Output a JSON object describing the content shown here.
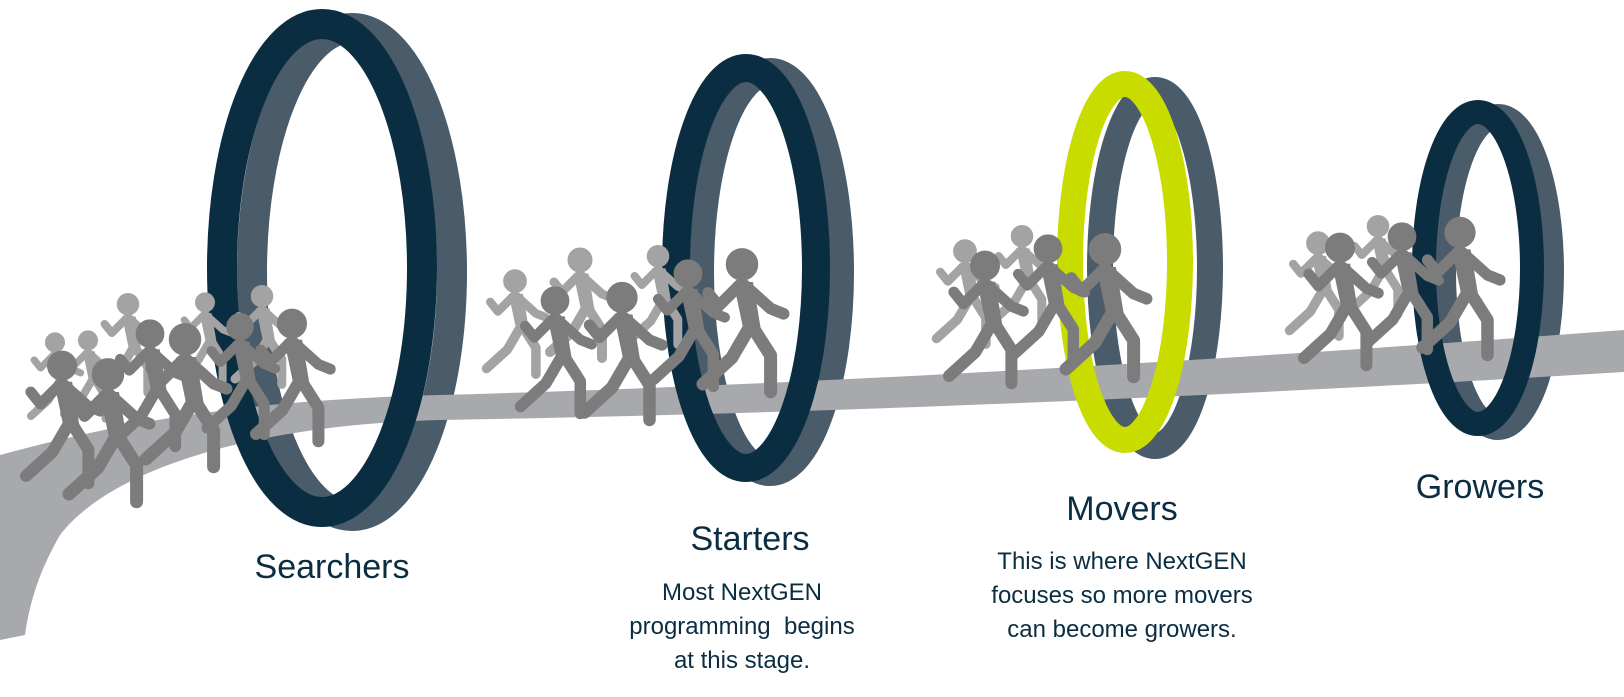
{
  "colors": {
    "ring_dark": "#0b2d42",
    "ring_side": "#4a5b6a",
    "ring_highlight": "#c8dc00",
    "path": "#a7a9ac",
    "runner_front": "#7c7c7c",
    "runner_back": "#a3a3a3",
    "text": "#0b2d42"
  },
  "stages": [
    {
      "title": "Searchers",
      "description": [],
      "highlighted": false
    },
    {
      "title": "Starters",
      "description": [
        "Most NextGEN",
        "programming  begins",
        "at this stage."
      ],
      "highlighted": false
    },
    {
      "title": "Movers",
      "description": [
        "This is where NextGEN",
        "focuses so more movers",
        "can become growers."
      ],
      "highlighted": true
    },
    {
      "title": "Growers",
      "description": [],
      "highlighted": false
    }
  ]
}
